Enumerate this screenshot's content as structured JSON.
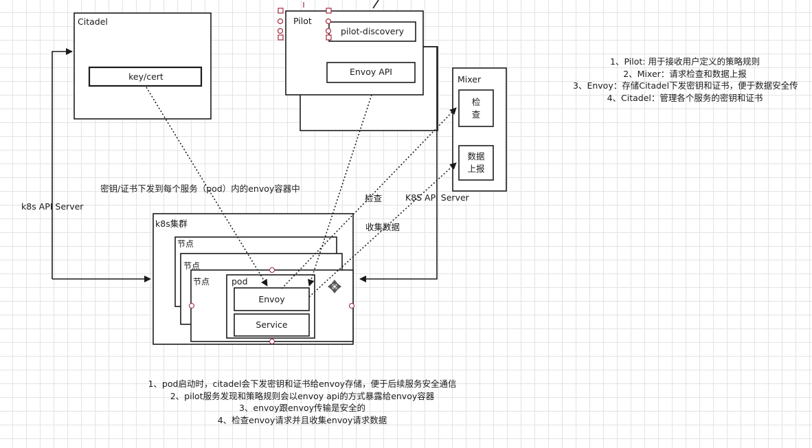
{
  "diagram": {
    "citadel": {
      "title": "Citadel",
      "keycert": "key/cert"
    },
    "pilot": {
      "title": "Pilot",
      "discovery": "pilot-discovery",
      "envoy_api": "Envoy API"
    },
    "mixer": {
      "title": "Mixer",
      "check": "检\n查",
      "report": "数据\n上报"
    },
    "k8s_cluster": {
      "title": "k8s集群",
      "nodes": [
        "节点",
        "节点",
        "节点"
      ],
      "pod": "pod",
      "envoy": "Envoy",
      "service": "Service"
    },
    "edges": {
      "left_api": "k8s API Server",
      "right_api": "K8S API Server",
      "cert_dispatch": "密钥/证书下发到每个服务（pod）内的envoy容器中",
      "check": "检查",
      "collect": "收集数据"
    }
  },
  "notes_right": [
    "1、Pilot: 用于接收用户定义的策略规则",
    "2、Mixer：请求检查和数据上报",
    "3、Envoy：存储Citadel下发密钥和证书，便于数据安全传",
    "4、Citadel：管理各个服务的密钥和证书"
  ],
  "notes_bottom": [
    "1、pod启动时，citadel会下发密钥和证书给envoy存储，便于后续服务安全通信",
    "2、pilot服务发现和策略规则会以envoy api的方式暴露给envoy容器",
    "3、envoy跟envoy传输是安全的",
    "4、检查envoy请求并且收集envoy请求数据"
  ],
  "colors": {
    "line": "#1a1a1a",
    "handle": "#a0283c",
    "grid": "#e3e3e3"
  }
}
